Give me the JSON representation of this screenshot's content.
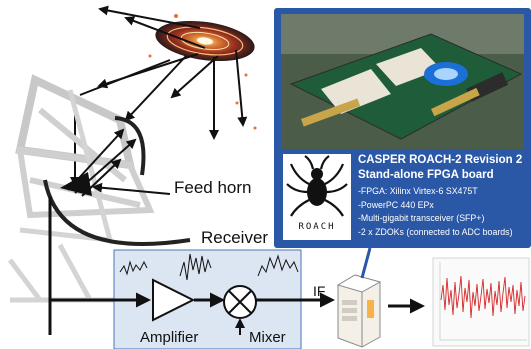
{
  "labels": {
    "feed_horn": "Feed horn",
    "receiver": "Receiver",
    "amplifier": "Amplifier",
    "mixer": "Mixer",
    "if": "IF"
  },
  "roach": {
    "title": "CASPER ROACH-2 Revision 2",
    "subtitle": "Stand-alone FPGA board",
    "specs": [
      "-FPGA: Xilinx Virtex-6 SX475T",
      "-PowerPC 440 EPx",
      "-Multi-gigabit transceiver (SFP+)",
      "-2 x ZDOKs (connected to ADC boards)"
    ],
    "logo_text": "ROACH"
  },
  "colors": {
    "panel_blue": "#2a57a6",
    "receiver_box": "#dce6f2",
    "signal_red": "#d62728"
  },
  "icons": [
    "galaxy-icon",
    "radio-dish-icon",
    "fpga-board-photo",
    "spider-logo-icon",
    "server-icon",
    "amplifier-icon",
    "mixer-icon",
    "spectrum-plot-icon"
  ]
}
